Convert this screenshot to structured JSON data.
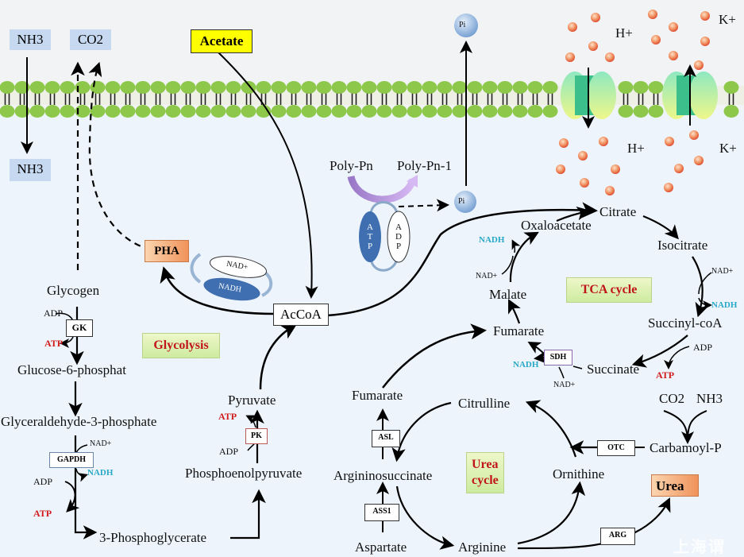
{
  "outside": {
    "nh3_out": "NH3",
    "co2_out": "CO2",
    "acetate": "Acetate",
    "pi_out": "Pi",
    "h_out": "H+",
    "k_out": "K+"
  },
  "inside": {
    "nh3_in": "NH3",
    "h_in": "H+",
    "k_in": "K+",
    "pi_in": "Pi",
    "polyp_n": "Poly-Pn",
    "polyp_n1": "Poly-Pn-1",
    "atp_oval": "ATP",
    "adp_oval": "ADP",
    "pha": "PHA",
    "nad_oval": "NAD+",
    "nadh_oval": "NADH",
    "accoa": "AcCoA"
  },
  "glycolysis": {
    "title": "Glycolysis",
    "glycogen": "Glycogen",
    "gk_adp": "ADP",
    "gk": "GK",
    "gk_atp": "ATP",
    "g6p": "Glucose-6-phosphat",
    "g3p": "Glyceraldehyde-3-phosphate",
    "gapdh_nad": "NAD+",
    "gapdh": "GAPDH",
    "gapdh_nadh": "NADH",
    "pgk_adp": "ADP",
    "pgk_atp": "ATP",
    "pg3": "3-Phosphoglycerate",
    "pep": "Phosphoenolpyruvate",
    "pk_adp": "ADP",
    "pk": "PK",
    "pk_atp": "ATP",
    "pyruvate": "Pyruvate"
  },
  "tca": {
    "title": "TCA cycle",
    "citrate": "Citrate",
    "isocitrate": "Isocitrate",
    "nad1": "NAD+",
    "nadh1": "NADH",
    "succinylcoa": "Succinyl-coA",
    "adp": "ADP",
    "atp": "ATP",
    "succinate": "Succinate",
    "sdh": "SDH",
    "sdh_nad": "NAD+",
    "sdh_nadh": "NADH",
    "fumarate": "Fumarate",
    "malate": "Malate",
    "nad2": "NAD+",
    "nadh2": "NADH",
    "oxaloacetate": "Oxaloacetate"
  },
  "urea": {
    "title_line1": "Urea",
    "title_line2": "cycle",
    "fumarate": "Fumarate",
    "asl": "ASL",
    "argininosuccinate": "Argininosuccinate",
    "ass1": "ASS1",
    "aspartate": "Aspartate",
    "arginine": "Arginine",
    "arg": "ARG",
    "urea": "Urea",
    "ornithine": "Ornithine",
    "otc": "OTC",
    "carbamoyl": "Carbamoyl-P",
    "co2": "CO2",
    "nh3": "NH3",
    "citrulline": "Citrulline"
  },
  "watermark": "上海谓"
}
